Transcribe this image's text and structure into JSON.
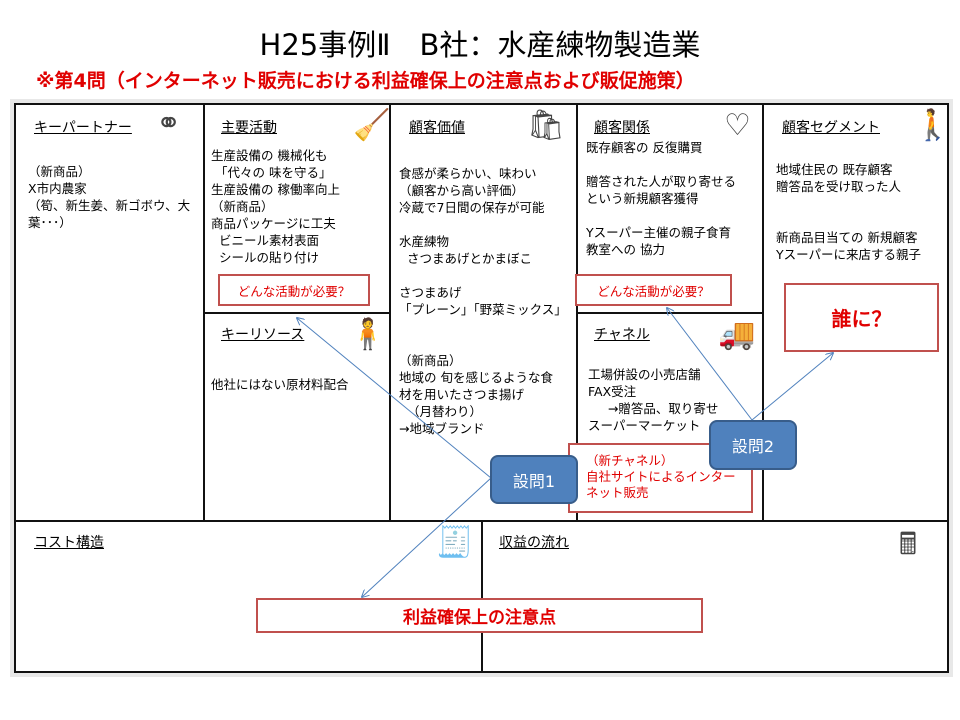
{
  "title": "H25事例Ⅱ　B社：水産練物製造業",
  "subtitle": "※第4問（インターネット販売における利益確保上の注意点および販促施策）",
  "blocks": {
    "key_partners": {
      "label": "キーパートナー",
      "icon": "rings-icon",
      "body": "（新商品）\nX市内農家\n（筍、新生姜、新ゴボウ、大\n葉･･･）"
    },
    "key_activities": {
      "label": "主要活動",
      "icon": "worker-icon",
      "body": "生産設備の 機械化も\n 「代々の 味を守る」\n生産設備の 稼働率向上\n（新商品）\n商品パッケージに工夫\n  ビニール素材表面\n  シールの貼り付け"
    },
    "key_resources": {
      "label": "キーリソース",
      "icon": "worker-with-box-icon",
      "body": "他社にはない原材料配合"
    },
    "value_propositions": {
      "label": "顧客価値",
      "icon": "gift-icon",
      "body": "食感が柔らかい、味わい\n（顧客から高い評価）\n冷蔵で7日間の保存が可能\n\n水産練物\n  さつまあげとかまぼこ\n\nさつまあげ\n「プレーン」「野菜ミックス」\n\n\n（新商品）\n地域の 旬を感じるような食\n材を用いたさつま揚げ\n  （月替わり）\n→地域ブランド"
    },
    "customer_relationships": {
      "label": "顧客関係",
      "icon": "heart-icon",
      "body": "既存顧客の 反復購買\n\n贈答された人が取り寄せる\nという新規顧客獲得\n\nYスーパー主催の親子食育\n教室への 協力"
    },
    "channels": {
      "label": "チャネル",
      "icon": "truck-icon",
      "body": "工場併設の小売店舗\nFAX受注\n     →贈答品、取り寄せ\nスーパーマーケット"
    },
    "customer_segments": {
      "label": "顧客セグメント",
      "icon": "person-icon",
      "body": "地域住民の 既存顧客\n贈答品を受け取った人\n\n\n新商品目当ての 新規顧客\nYスーパーに来店する親子"
    },
    "cost_structure": {
      "label": "コスト構造",
      "icon": "receipt-icon"
    },
    "revenue_streams": {
      "label": "収益の流れ",
      "icon": "cash-register-icon"
    }
  },
  "callouts": {
    "activities_needed_1": "どんな活動が必要？",
    "activities_needed_2": "どんな活動が必要？",
    "to_whom": "誰に？",
    "new_channel": "（新チャネル）\n自社サイトによるインター\nネット販売",
    "profit_points": "利益確保上の注意点"
  },
  "questions": {
    "q1": "設問1",
    "q2": "設問2"
  },
  "colors": {
    "red": "#e00000",
    "box_border": "#c0504d",
    "question_fill": "#4f81bd",
    "arrow": "#4f81bd"
  }
}
